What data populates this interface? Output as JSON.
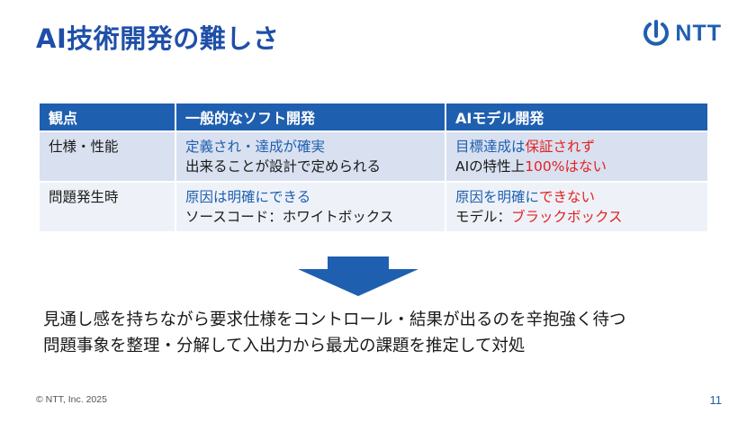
{
  "slide": {
    "title": "AI技術開発の難しさ",
    "logo_text": "NTT",
    "footer": "© NTT, Inc.  2025",
    "page_number": "11"
  },
  "table": {
    "headers": [
      "観点",
      "一般的なソフト開発",
      "AIモデル開発"
    ],
    "rows": [
      {
        "label": "仕様・性能",
        "general": {
          "line1": "定義され・達成が確実",
          "line2": "出来ることが設計で定められる"
        },
        "ai": {
          "line1_a": "目標達成は",
          "line1_b": "保証されず",
          "line2_a": "AIの特性上",
          "line2_b": "100%はない"
        }
      },
      {
        "label": "問題発生時",
        "general": {
          "line1": "原因は明確にできる",
          "line2": "ソースコード：ホワイトボックス"
        },
        "ai": {
          "line1_a": "原因を明確に",
          "line1_b": "できない",
          "line2_a": "モデル：",
          "line2_b": "ブラックボックス"
        }
      }
    ]
  },
  "body": {
    "line1": "見通し感を持ちながら要求仕様をコントロール・結果が出るのを辛抱強く待つ",
    "line2": "問題事象を整理・分解して入出力から最尤の課題を推定して対処"
  },
  "colors": {
    "brand_blue": "#1f5fb0",
    "accent_red": "#e32222"
  },
  "icons": {
    "logo": "ntt-logo-icon",
    "arrow": "down-arrow-icon"
  }
}
